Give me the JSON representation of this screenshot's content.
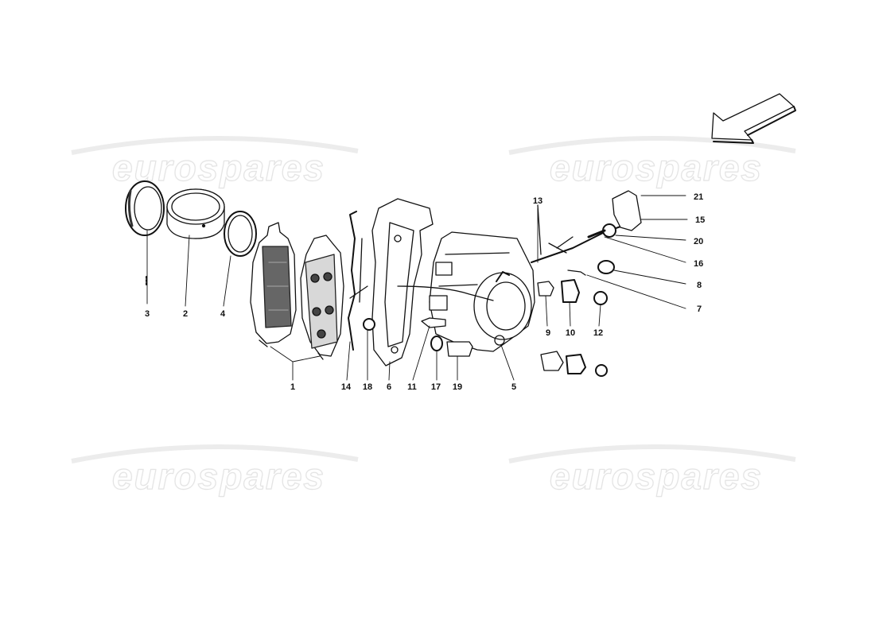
{
  "watermark": {
    "text": "eurospares"
  },
  "callouts": {
    "c1": "1",
    "c2": "2",
    "c3": "3",
    "c4": "4",
    "c5": "5",
    "c6": "6",
    "c7": "7",
    "c8": "8",
    "c9": "9",
    "c10": "10",
    "c11": "11",
    "c12": "12",
    "c13": "13",
    "c14": "14",
    "c15": "15",
    "c16": "16",
    "c17": "17",
    "c18": "18",
    "c19": "19",
    "c20": "20",
    "c21": "21"
  },
  "icons": {
    "direction_arrow": "arrow-down-left-icon"
  }
}
